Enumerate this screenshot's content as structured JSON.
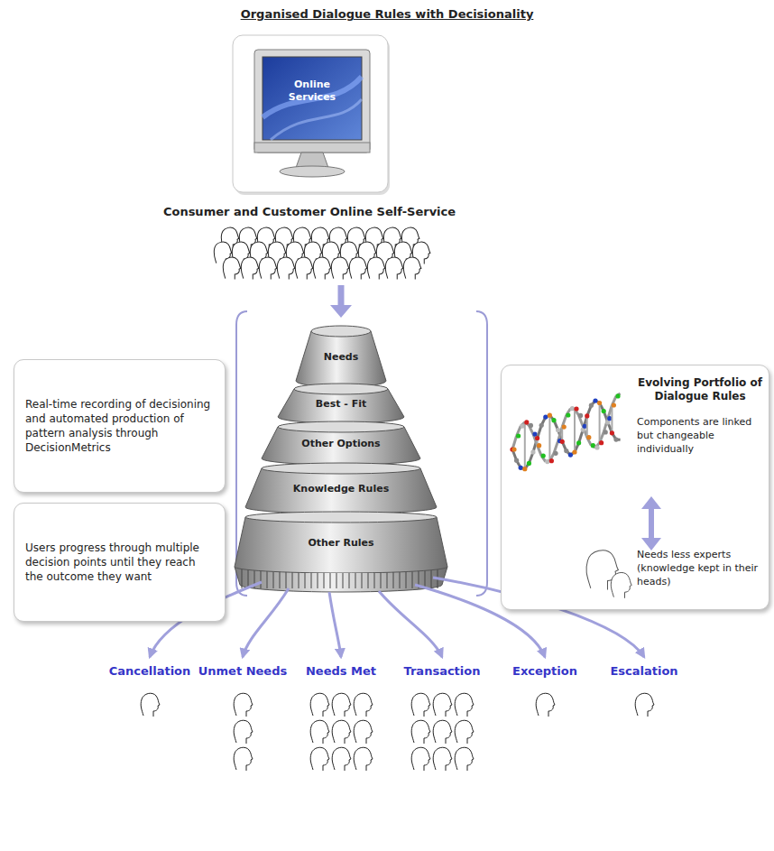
{
  "diagram": {
    "title": "Organised Dialogue Rules with Decisionality",
    "nodes": [
      {
        "text": [
          "Online Services"
        ]
      },
      {
        "text": [
          "Real-time recording of decisioning and automated production of pattern analysis through DecisionMetrics"
        ]
      },
      {
        "text": [
          "Users progress through multiple decision points until they reach the outcome they want"
        ]
      },
      {
        "text": [
          "Needs"
        ]
      },
      {
        "text": [
          "Best - Fit"
        ]
      },
      {
        "text": [
          "Other Options"
        ]
      },
      {
        "text": [
          "Knowledge Rules"
        ]
      },
      {
        "text": [
          "Other Rules"
        ]
      },
      {
        "text": [
          "Evolving Portfolio of Dialogue Rules",
          "Components are linked but changeable individually",
          "Needs less experts (knowledge kept in their heads)"
        ]
      }
    ],
    "labels": [
      "Consumer and Customer Online Self-Service",
      "Cancellation",
      "Unmet Needs",
      "Needs Met",
      "Transaction",
      "Exception",
      "Escalation"
    ]
  }
}
